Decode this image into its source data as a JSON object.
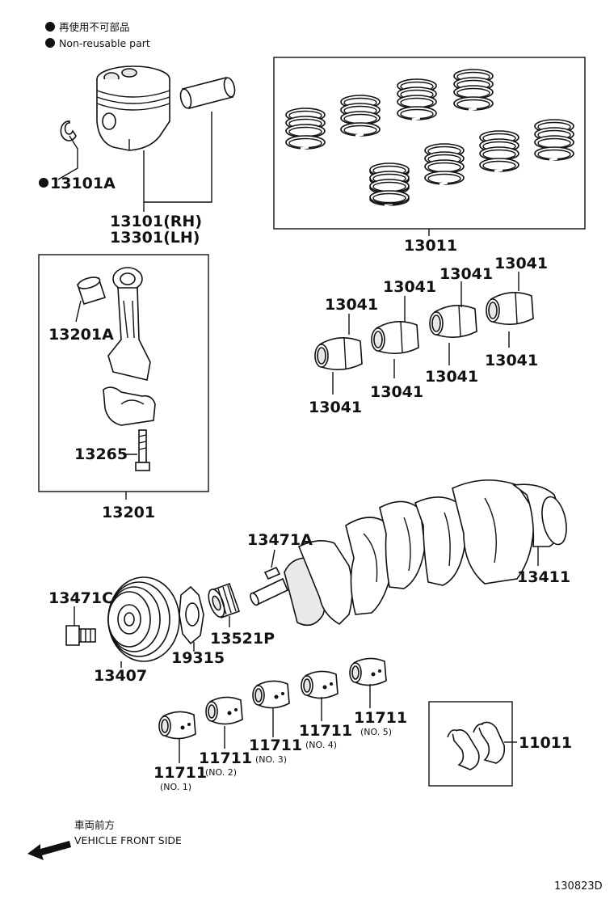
{
  "legend": {
    "jp": "再使用不可部品",
    "en": "Non-reusable part"
  },
  "parts": {
    "snap_ring": "13101A",
    "piston_line1": "13101(RH)",
    "piston_line2": "13301(LH)",
    "ring_set": "13011",
    "bushing": "13201A",
    "bolt": "13265",
    "conrod": "13201",
    "conrod_bearing": "13041",
    "key": "13471A",
    "crankshaft": "13411",
    "pulley_bolt": "13471C",
    "pulley": "13407",
    "sprocket_plate": "19315",
    "gear": "13521P",
    "main_bearing": "11711",
    "thrust_washer": "11011"
  },
  "main_bearing_positions": [
    "(NO. 1)",
    "(NO. 2)",
    "(NO. 3)",
    "(NO. 4)",
    "(NO. 5)"
  ],
  "direction": {
    "jp": "車両前方",
    "en": "VEHICLE FRONT SIDE"
  },
  "diagram_ref": "130823D"
}
